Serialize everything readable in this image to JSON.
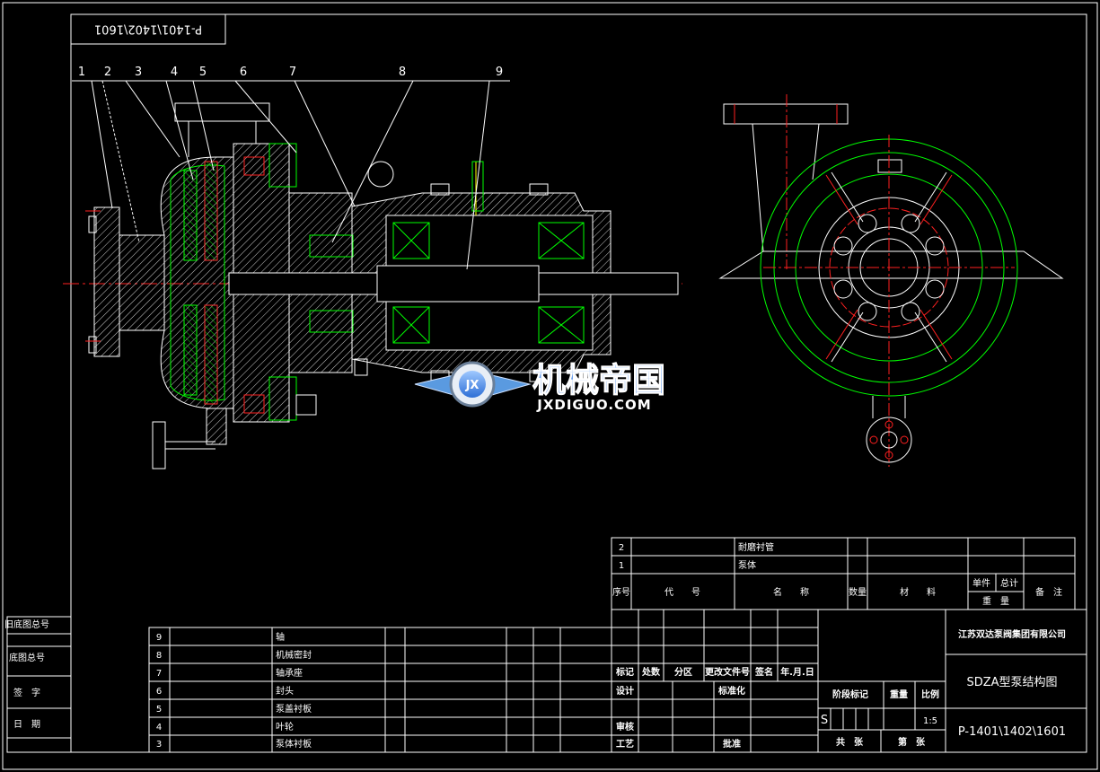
{
  "drawing_number_rotated": "P-1401\\1402\\1601",
  "balloons": [
    "1",
    "2",
    "3",
    "4",
    "5",
    "6",
    "7",
    "8",
    "9"
  ],
  "watermark": {
    "logo_letters": "JX",
    "brand_cn": "机械帝国",
    "brand_en": "JXDIGUO.COM"
  },
  "left_strip": [
    "旧底图总号",
    "底图总号",
    "签　字",
    "日　期"
  ],
  "upper_parts": [
    {
      "no": "2",
      "name": "耐磨衬管"
    },
    {
      "no": "1",
      "name": "泵体"
    }
  ],
  "upper_header": {
    "no": "序号",
    "code": "代　　号",
    "name": "名　　称",
    "qty": "数量",
    "material": "材　　料",
    "unit_wt": "单件",
    "total_wt": "总计",
    "weight": "重　量",
    "remark": "备　注"
  },
  "lower_parts": [
    {
      "no": "9",
      "name": "轴"
    },
    {
      "no": "8",
      "name": "机械密封"
    },
    {
      "no": "7",
      "name": "轴承座"
    },
    {
      "no": "6",
      "name": "封头"
    },
    {
      "no": "5",
      "name": "泵盖衬板"
    },
    {
      "no": "4",
      "name": "叶轮"
    },
    {
      "no": "3",
      "name": "泵体衬板"
    }
  ],
  "title_block": {
    "company": "江苏双达泵阀集团有限公司",
    "title": "SDZA型泵结构图",
    "drawing_no": "P-1401\\1402\\1601",
    "mark": "标记",
    "count": "处数",
    "zone": "分区",
    "change_doc": "更改文件号",
    "sign": "签名",
    "date": "年.月.日",
    "design": "设计",
    "standardize": "标准化",
    "review": "审核",
    "process": "工艺",
    "approve": "批准",
    "stage_mark": "阶段标记",
    "weight": "重量",
    "scale": "比例",
    "stage_value": "S",
    "scale_value": "1:5",
    "total_sheets": "共　张",
    "sheet_no": "第　张"
  }
}
